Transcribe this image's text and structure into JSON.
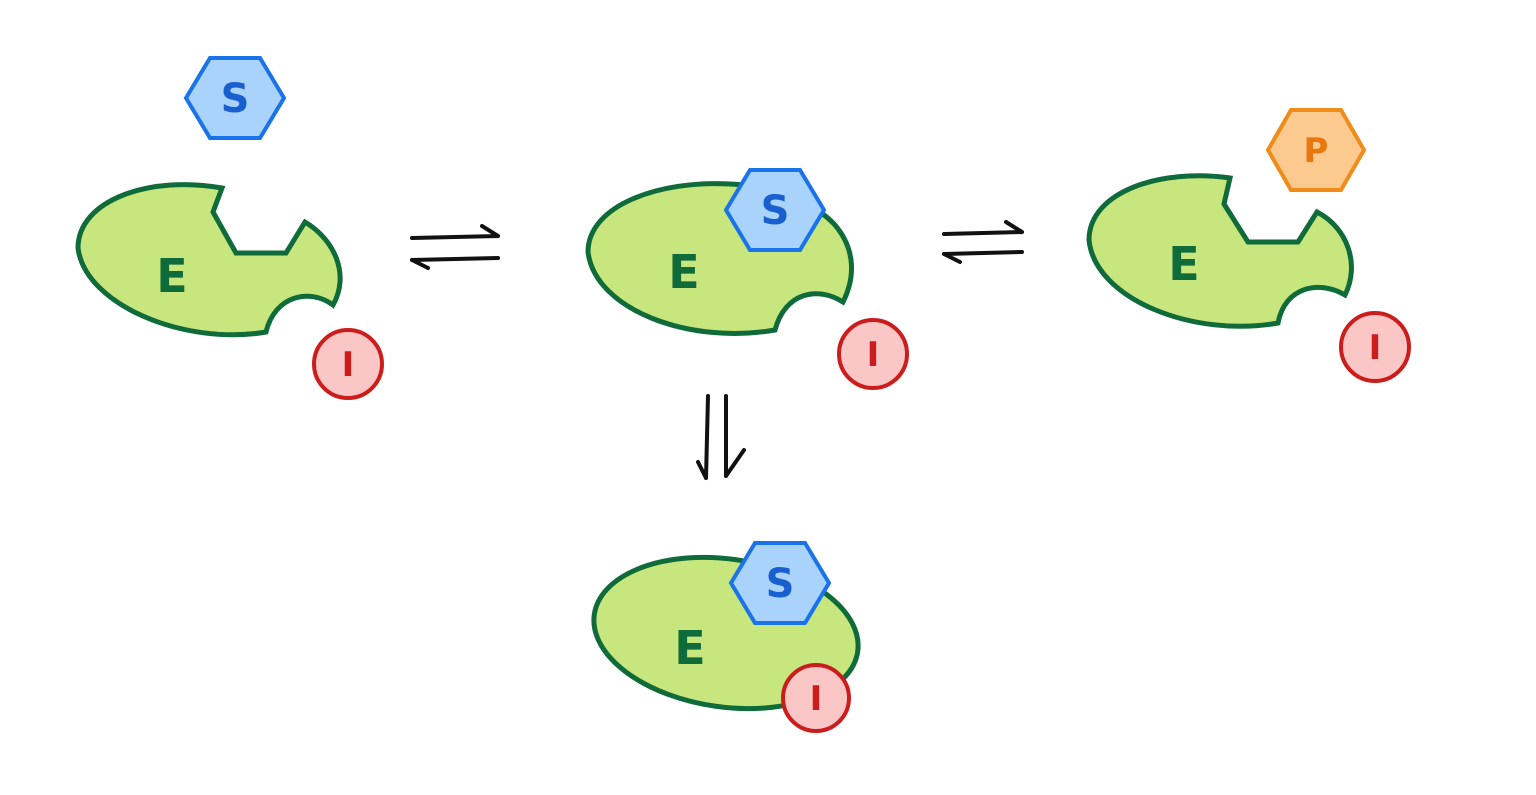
{
  "labels": {
    "enzyme": "E",
    "substrate": "S",
    "product": "P",
    "inhibitor": "I"
  },
  "colors": {
    "enzyme_fill": "#c8e67e",
    "enzyme_stroke": "#0f6b3a",
    "enzyme_text": "#0f6b3a",
    "substrate_fill": "#a9d3fb",
    "substrate_stroke": "#1a73e8",
    "substrate_text": "#1a5fd0",
    "product_fill": "#fcc98e",
    "product_stroke": "#f08c1a",
    "product_text": "#e8780e",
    "inhibitor_fill": "#fbc6c6",
    "inhibitor_stroke": "#cc1d1d",
    "inhibitor_text": "#cc1d1d",
    "arrow": "#111111"
  }
}
